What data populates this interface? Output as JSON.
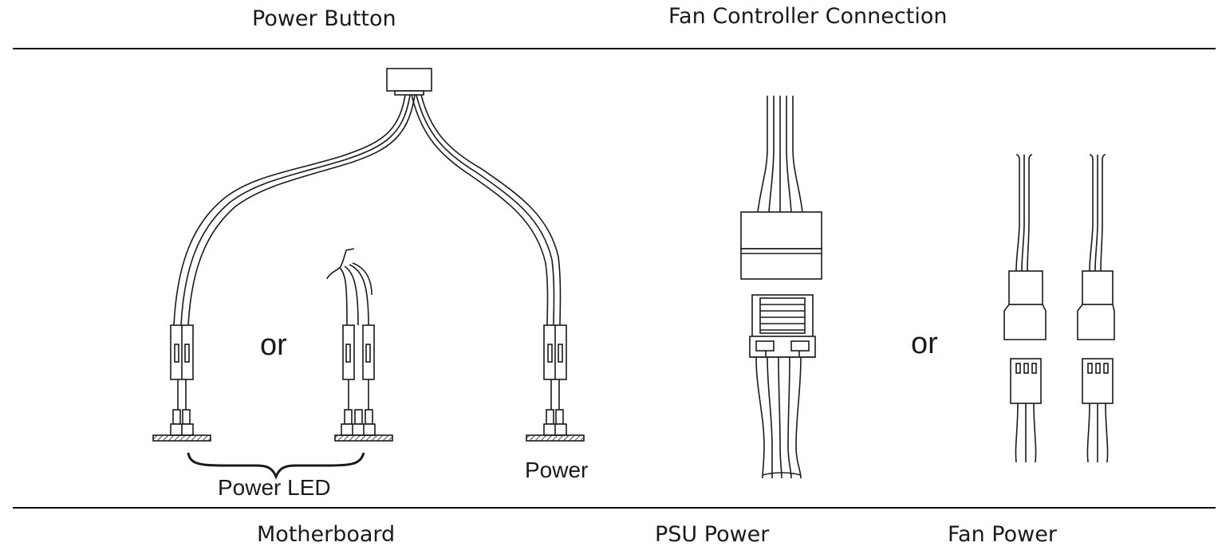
{
  "header": {
    "power_button": "Power Button",
    "fan_controller": "Fan Controller Connection"
  },
  "diagram": {
    "or_left": "or",
    "or_right": "or",
    "power_led": "Power LED",
    "power": "Power"
  },
  "footer": {
    "motherboard": "Motherboard",
    "psu_power": "PSU Power",
    "fan_power": "Fan Power"
  },
  "colors": {
    "line": "#1a1a1a",
    "background": "#ffffff"
  }
}
